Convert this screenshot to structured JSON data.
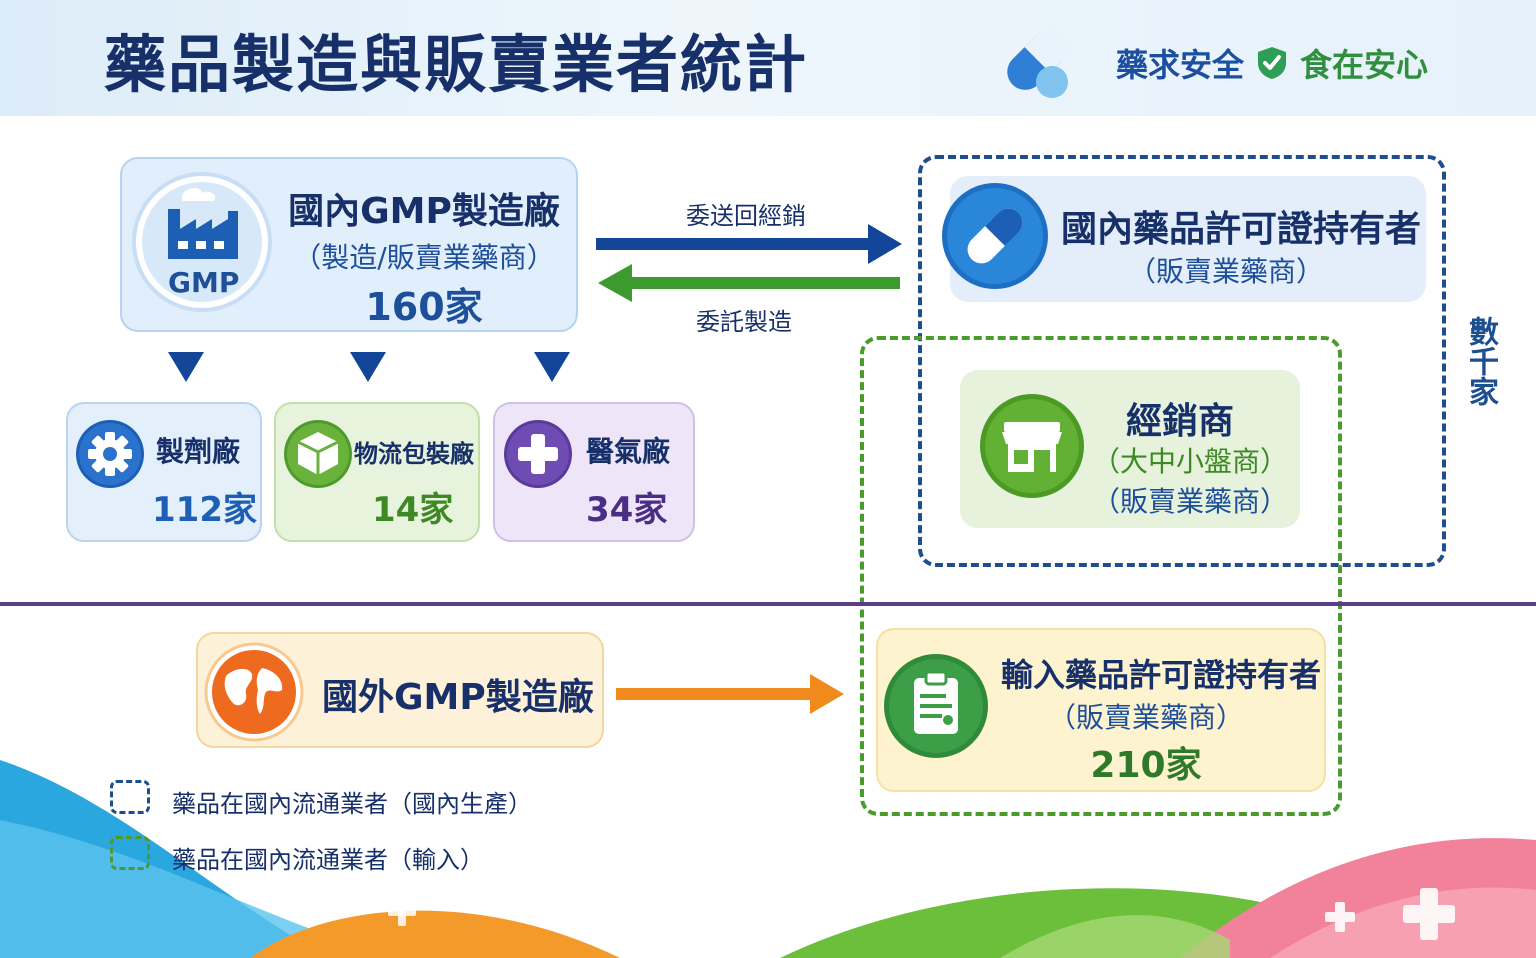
{
  "title": "藥品製造與販賣業者統計",
  "slogan": {
    "left": "藥求安全",
    "right": "食在安心",
    "shield_icon": "shield-check-icon"
  },
  "domestic_gmp": {
    "name": "國內GMP製造廠",
    "subtitle": "（製造/販賣業藥商）",
    "count": "160家",
    "icon_label": "GMP"
  },
  "sub_factories": [
    {
      "name": "製劑廠",
      "count": "112家",
      "icon": "gear-icon",
      "color": "#1d5fb5"
    },
    {
      "name": "物流包裝廠",
      "count": "14家",
      "icon": "box-icon",
      "color": "#4e9a2c"
    },
    {
      "name": "醫氣廠",
      "count": "34家",
      "icon": "plus-icon",
      "color": "#5a3a9a"
    }
  ],
  "arrows": {
    "forward_label": "委送回經銷",
    "back_label": "委託製造"
  },
  "license_holder": {
    "name": "國內藥品許可證持有者",
    "subtitle": "（販賣業藥商）"
  },
  "distributor": {
    "name": "經銷商",
    "line1": "（大中小盤商）",
    "line2": "（販賣業藥商）"
  },
  "side_label": "數千家",
  "foreign_gmp": {
    "name": "國外GMP製造廠"
  },
  "import_holder": {
    "name": "輸入藥品許可證持有者",
    "subtitle": "（販賣業藥商）",
    "count": "210家"
  },
  "legend": [
    {
      "text": "藥品在國內流通業者（國內生產）",
      "color": "#1d4f8f"
    },
    {
      "text": "藥品在國內流通業者（輸入）",
      "color": "#4b9a2e"
    }
  ],
  "colors": {
    "navy": "#17306a",
    "blue_arrow": "#134598",
    "green_arrow": "#3d9a2f",
    "orange_arrow": "#f08a1c",
    "divider": "#5a3d86"
  }
}
